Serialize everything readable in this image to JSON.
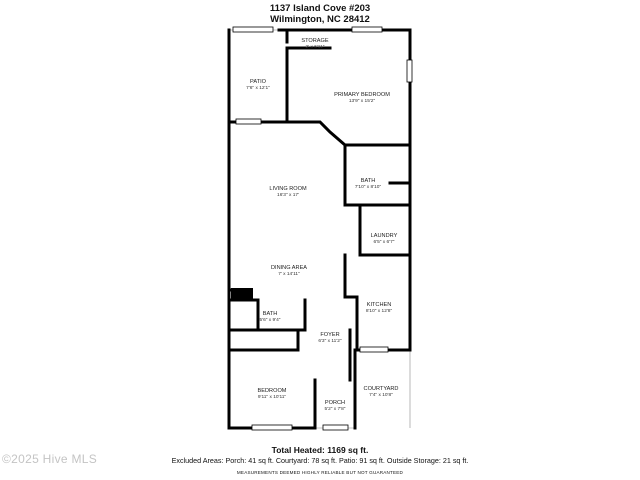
{
  "header": {
    "address_line1": "1137 Island Cove #203",
    "address_line2": "Wilmington, NC 28412"
  },
  "rooms": {
    "storage": {
      "name": "STORAGE",
      "dims": "2' x 6'11\""
    },
    "patio": {
      "name": "PATIO",
      "dims": "7'6\" x 12'1\""
    },
    "primary_bedroom": {
      "name": "PRIMARY BEDROOM",
      "dims": "13'9\" x 15'2\""
    },
    "bath_primary": {
      "name": "BATH",
      "dims": "7'10\" x 8'10\""
    },
    "living_room": {
      "name": "LIVING ROOM",
      "dims": "16'3\" x 17'"
    },
    "laundry": {
      "name": "LAUNDRY",
      "dims": "6'5\" x 6'7\""
    },
    "dining_area": {
      "name": "DINING AREA",
      "dims": "7' x 14'11\""
    },
    "kitchen": {
      "name": "KITCHEN",
      "dims": "8'10\" x 12'8\""
    },
    "bath_guest": {
      "name": "BATH",
      "dims": "5'6\" x 9'4\""
    },
    "foyer": {
      "name": "FOYER",
      "dims": "6'3\" x 11'2\""
    },
    "bedroom": {
      "name": "BEDROOM",
      "dims": "9'11\" x 10'11\""
    },
    "courtyard": {
      "name": "COURTYARD",
      "dims": "7'4\" x 10'8\""
    },
    "porch": {
      "name": "PORCH",
      "dims": "5'2\" x 7'8\""
    }
  },
  "footer": {
    "total_heated": "Total Heated: 1169 sq ft.",
    "excluded": "Excluded Areas: Porch: 41 sq ft. Courtyard: 78 sq ft. Patio: 91 sq ft. Outside Storage: 21 sq ft.",
    "measurements_note": "MEASUREMENTS DEEMED HIGHLY RELIABLE BUT NOT GUARANTEED"
  },
  "watermark": "©2025 Hive MLS"
}
